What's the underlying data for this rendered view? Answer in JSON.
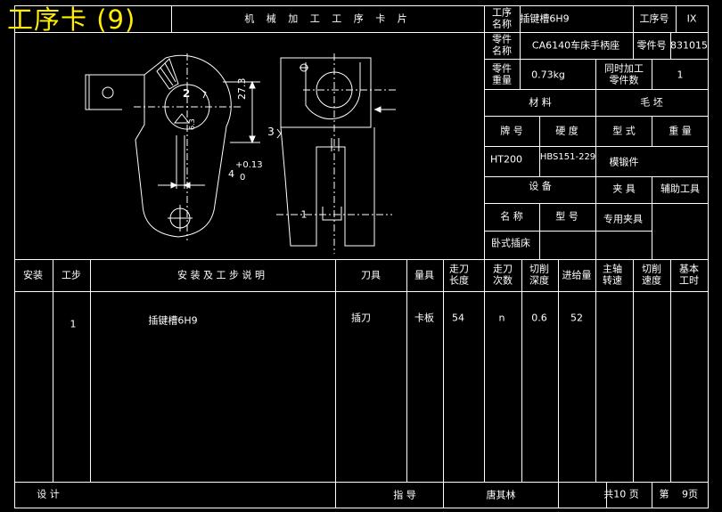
{
  "sheet_title": "工序卡 (9)",
  "card_title": "机 械 加 工 工 序 卡 片",
  "header": {
    "process_name_label": "工序\n名称",
    "process_name_value": "插键槽6H9",
    "process_no_label": "工序号",
    "process_no_value": "IX",
    "part_name_label": "零件\n名称",
    "part_name_value": "CA6140车床手柄座",
    "part_no_label": "零件号",
    "part_no_value": "831015",
    "part_weight_label": "零件\n重量",
    "part_weight_value": "0.73kg",
    "simul_label": "同时加工\n零件数",
    "simul_value": "1"
  },
  "material": {
    "label": "材   料",
    "blank_label": "毛    坯",
    "grade_label": "牌  号",
    "hardness_label": "硬  度",
    "type_label": "型  式",
    "weight_label": "重  量",
    "grade_value": "HT200",
    "hardness_value": "HBS151-229",
    "type_value": "模锻件"
  },
  "equipment": {
    "label": "设    备",
    "fixture_label": "夹  具",
    "fixture_value": "辅助工具",
    "name_label": "名  称",
    "model_label": "型  号",
    "special_fixture": "专用夹具",
    "name_value": "卧式插床"
  },
  "drawing": {
    "dim_height": "27.3",
    "dim_tol": "4",
    "dim_tol_upper": "+0.13",
    "dim_tol_lower": "0",
    "label_1": "1",
    "label_2": "2",
    "label_3": "3",
    "roughness": "6.3"
  },
  "table": {
    "headers": [
      "安装",
      "工步",
      "安  装  及  工  步  说  明",
      "刀具",
      "量具",
      "走刀\n长度",
      "走刀\n次数",
      "切削\n深度",
      "进给量",
      "主轴\n转速",
      "切削\n速度",
      "基本\n工时"
    ],
    "rows": [
      [
        "",
        "1",
        "插键槽6H9",
        "插刀",
        "卡板",
        "54",
        "n",
        "0.6",
        "52",
        "",
        "",
        ""
      ]
    ]
  },
  "footer": {
    "design_label": "设    计",
    "guide_label": "指    导",
    "guide_value": "唐其林",
    "total_pages": "共10 页",
    "page_label": "第",
    "page_value": "9页"
  }
}
